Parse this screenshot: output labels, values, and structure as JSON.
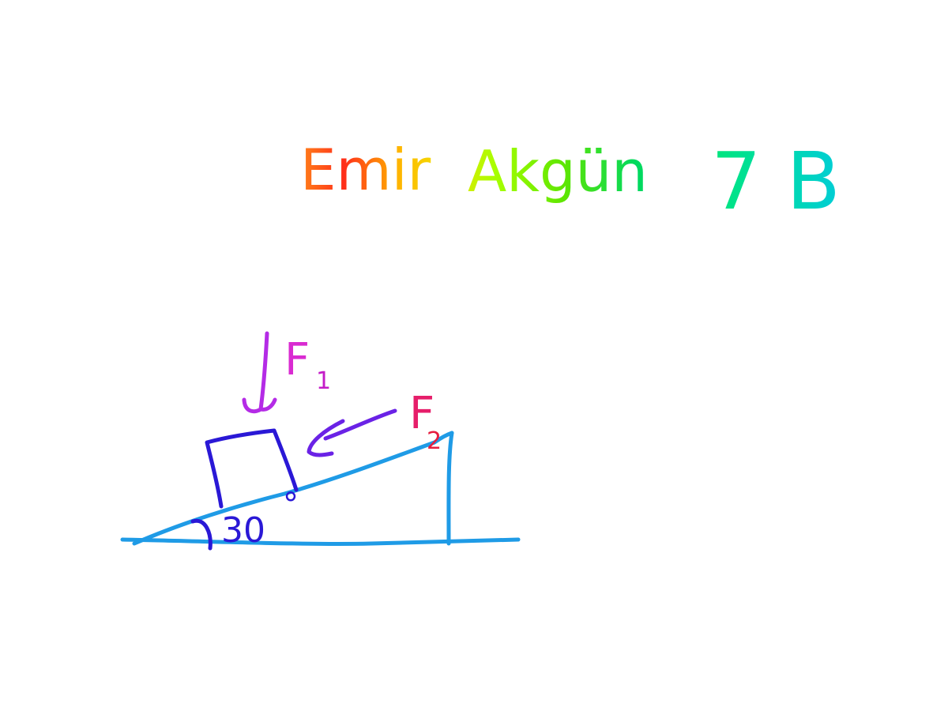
{
  "header": {
    "name_first": "Emir",
    "name_last": "Akgün",
    "class_label": "7 B"
  },
  "diagram": {
    "force_1_label": "F",
    "force_1_subscript": "1",
    "force_2_label": "F",
    "force_2_subscript": "2",
    "angle_label": "30",
    "angle_unit": "°"
  },
  "colors": {
    "name_gradient": [
      "#ff7a1a",
      "#ff3b1a",
      "#ffb300",
      "#f2e100",
      "#a6ff00",
      "#5fe600",
      "#00d95f"
    ],
    "class_gradient": [
      "#00e67a",
      "#00d9b0",
      "#00c8e6"
    ],
    "incline": "#1f9be6",
    "block": "#2a18d6",
    "force_1": "#b42be6",
    "force_2": "#6a22e6",
    "label_f1": "#d92bd1",
    "label_f2": "#e61e6a"
  }
}
